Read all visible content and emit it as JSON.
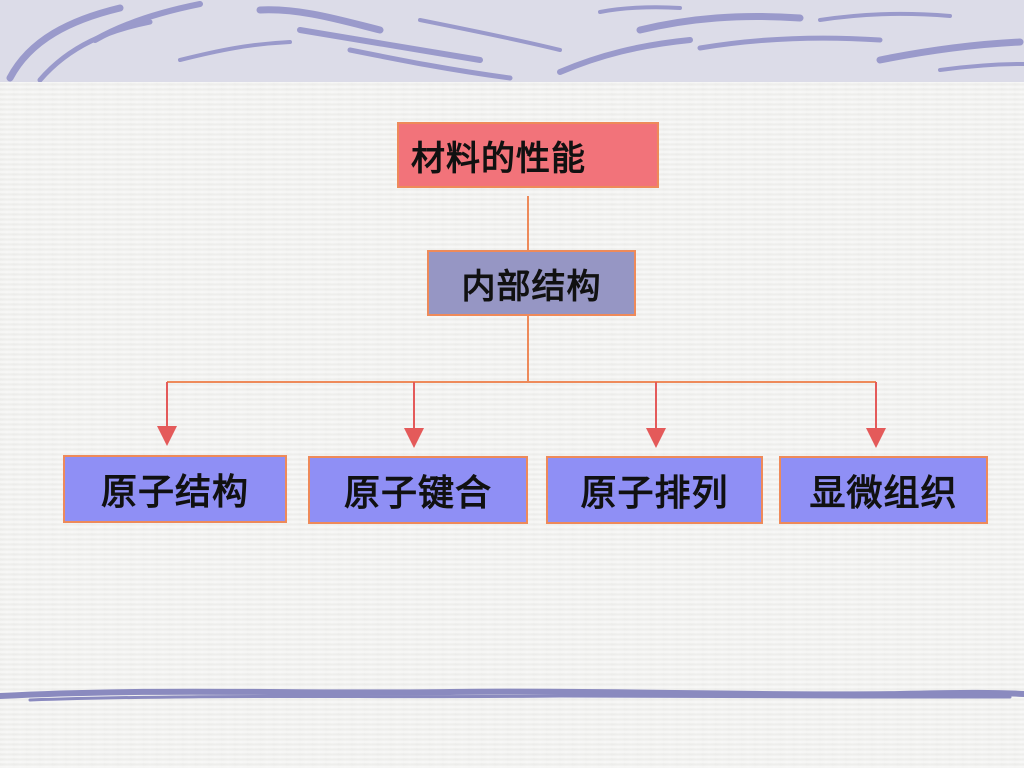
{
  "diagram": {
    "root": {
      "label": "材料的性能"
    },
    "middle": {
      "label": "内部结构"
    },
    "leaves": [
      {
        "label": "原子结构"
      },
      {
        "label": "原子键合"
      },
      {
        "label": "原子排列"
      },
      {
        "label": "显微组织"
      }
    ]
  },
  "colors": {
    "root_fill": "#f2737a",
    "middle_fill": "#9696c4",
    "leaf_fill": "#8f8ff5",
    "connector": "#ee8a5a",
    "arrow": "#e45a5a",
    "decor": "#8a8abf"
  }
}
